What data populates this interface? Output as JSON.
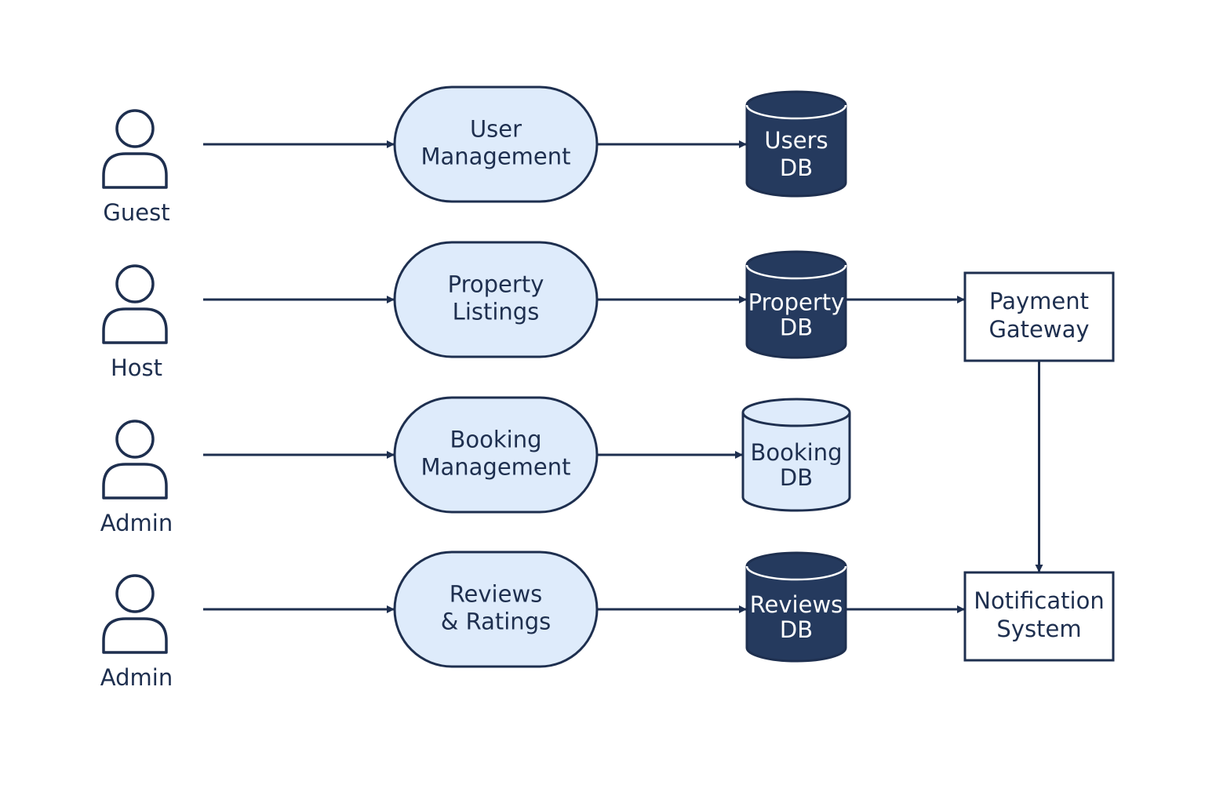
{
  "colors": {
    "stroke": "#1e2f4f",
    "process_fill": "#deebfb",
    "db_dark_fill": "#253a5e",
    "db_light_fill": "#deebfb",
    "text_dark": "#1e2f4f",
    "text_light": "#ffffff",
    "background": "#ffffff"
  },
  "actors": [
    {
      "id": "guest",
      "label": "Guest",
      "icon": "person-icon"
    },
    {
      "id": "host",
      "label": "Host",
      "icon": "person-icon"
    },
    {
      "id": "admin-1",
      "label": "Admin",
      "icon": "person-icon"
    },
    {
      "id": "admin-2",
      "label": "Admin",
      "icon": "person-icon"
    }
  ],
  "processes": [
    {
      "id": "user-management",
      "lines": [
        "User",
        "Management"
      ]
    },
    {
      "id": "property-listings",
      "lines": [
        "Property",
        "Listings"
      ]
    },
    {
      "id": "booking-management",
      "lines": [
        "Booking",
        "Management"
      ]
    },
    {
      "id": "reviews-ratings",
      "lines": [
        "Reviews",
        "& Ratings"
      ]
    }
  ],
  "datastores": [
    {
      "id": "users-db",
      "lines": [
        "Users",
        "DB"
      ],
      "style": "dark"
    },
    {
      "id": "property-db",
      "lines": [
        "Property",
        "DB"
      ],
      "style": "dark"
    },
    {
      "id": "booking-db",
      "lines": [
        "Booking",
        "DB"
      ],
      "style": "light"
    },
    {
      "id": "reviews-db",
      "lines": [
        "Reviews",
        "DB"
      ],
      "style": "dark"
    }
  ],
  "external_systems": [
    {
      "id": "payment-gateway",
      "lines": [
        "Payment",
        "Gateway"
      ]
    },
    {
      "id": "notification-system",
      "lines": [
        "Notification",
        "System"
      ]
    }
  ],
  "edges": [
    {
      "from": "guest",
      "to": "user-management"
    },
    {
      "from": "host",
      "to": "property-listings"
    },
    {
      "from": "admin-1",
      "to": "booking-management"
    },
    {
      "from": "admin-2",
      "to": "reviews-ratings"
    },
    {
      "from": "user-management",
      "to": "users-db"
    },
    {
      "from": "property-listings",
      "to": "property-db"
    },
    {
      "from": "booking-management",
      "to": "booking-db"
    },
    {
      "from": "reviews-ratings",
      "to": "reviews-db"
    },
    {
      "from": "property-db",
      "to": "payment-gateway"
    },
    {
      "from": "reviews-db",
      "to": "notification-system"
    },
    {
      "from": "payment-gateway",
      "to": "notification-system"
    }
  ]
}
